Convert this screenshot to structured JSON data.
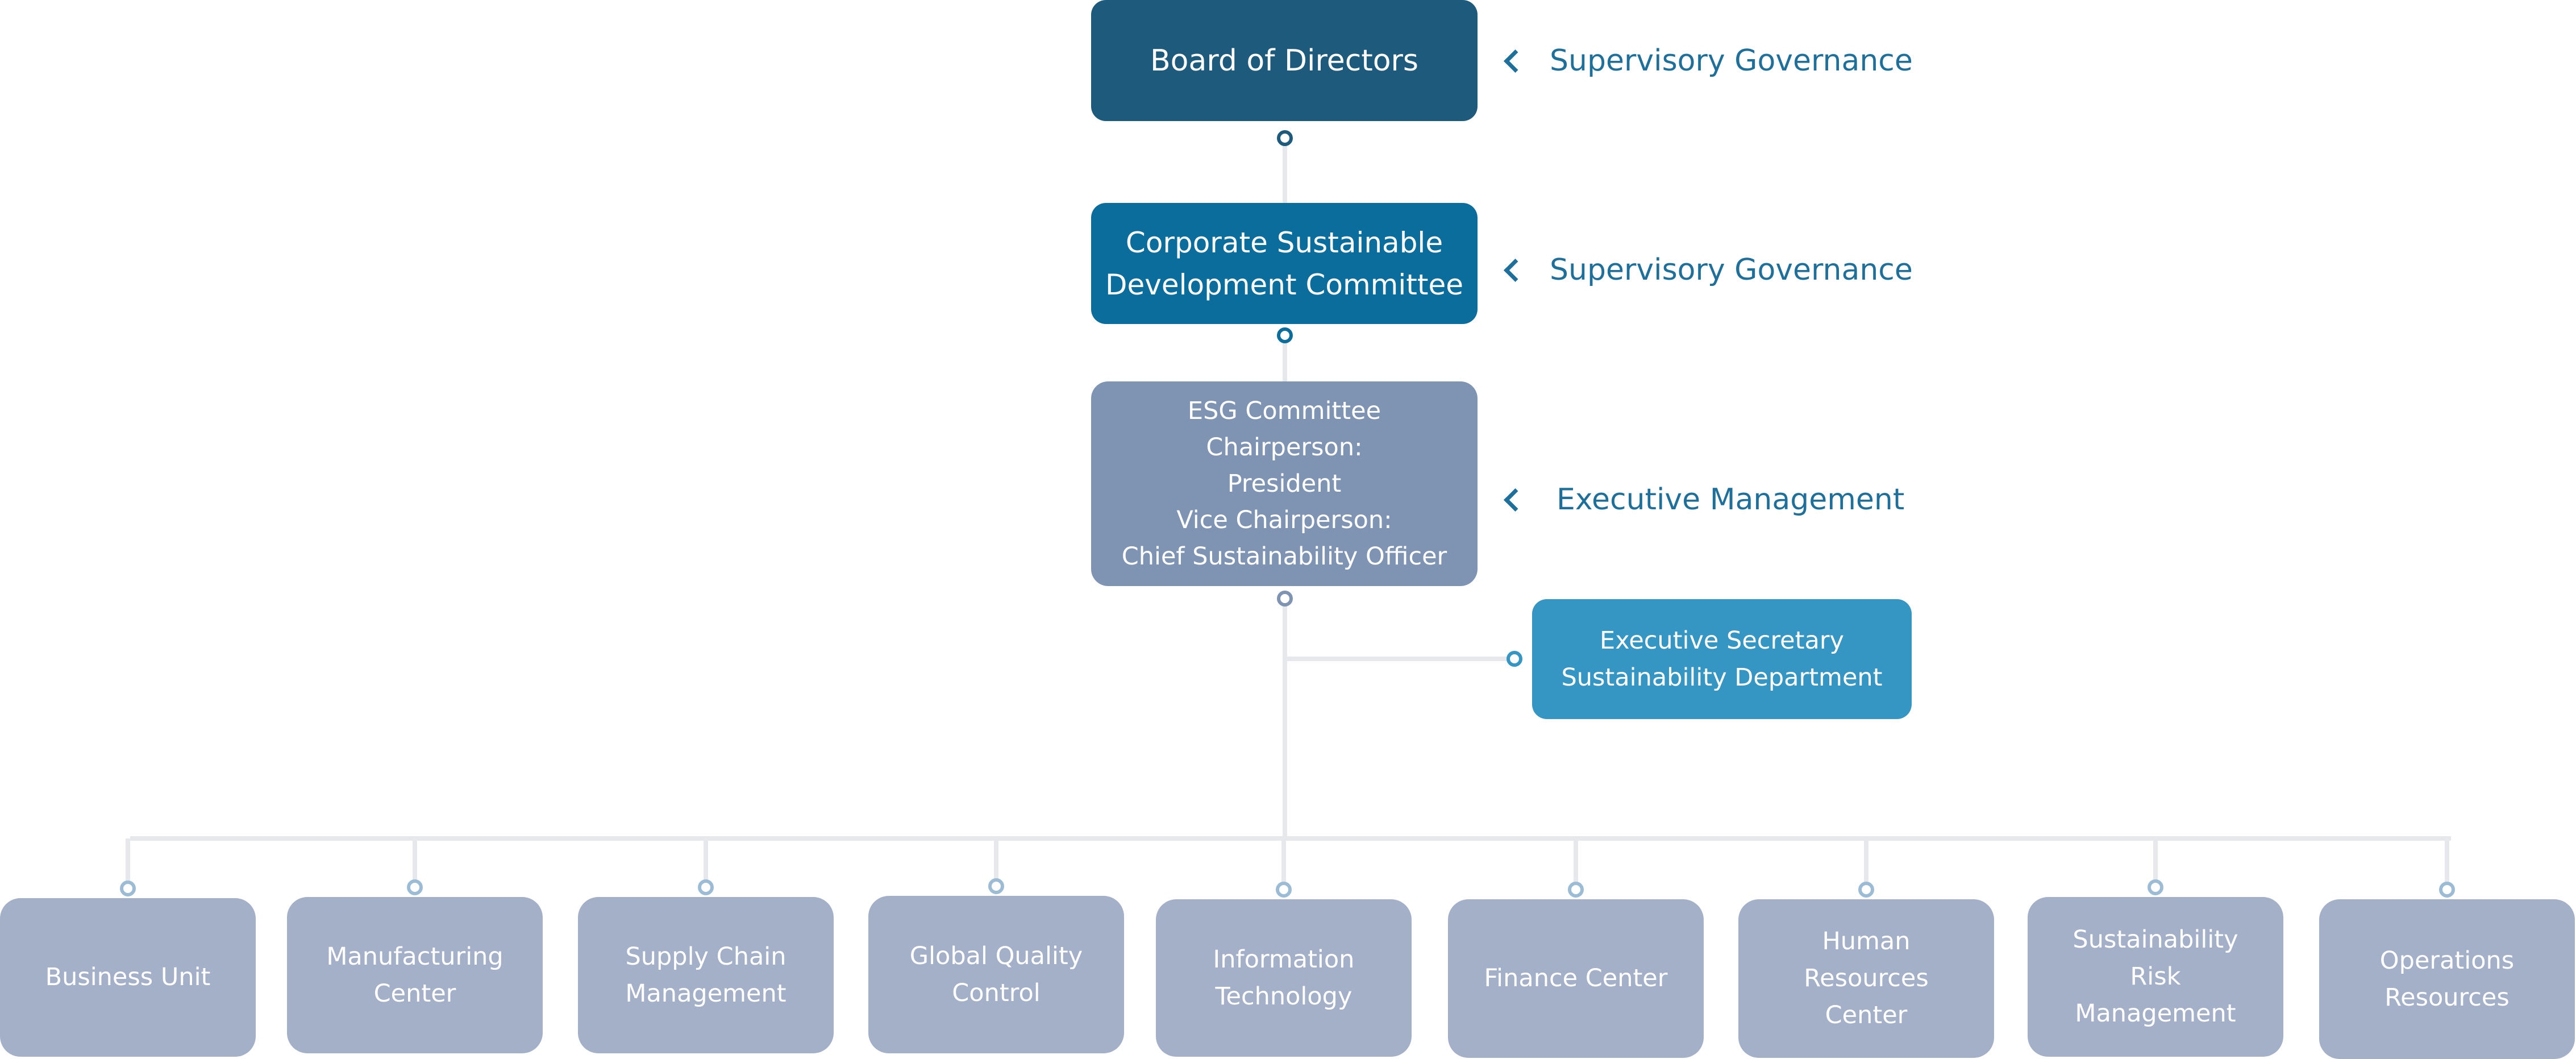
{
  "diagram": {
    "board": "Board of Directors",
    "csdc": "Corporate Sustainable\nDevelopment Committee",
    "esg": "ESG Committee\nChairperson:\nPresident\nVice Chairperson:\nChief Sustainability Officer",
    "secretary": "Executive Secretary\nSustainability Department",
    "labels": {
      "board_level": "Supervisory Governance",
      "csdc_level": "Supervisory Governance",
      "esg_level": "Executive Management"
    },
    "units": [
      "Business Unit",
      "Manufacturing\nCenter",
      "Supply Chain\nManagement",
      "Global Quality\nControl",
      "Information\nTechnology",
      "Finance Center",
      "Human\nResources\nCenter",
      "Sustainability\nRisk\nManagement",
      "Operations\nResources"
    ],
    "colors": {
      "board": "#1d5a7b",
      "csdc": "#0a6d9c",
      "esg": "#7f94b3",
      "secretary": "#3595c3",
      "units": "#a3b0c8",
      "labels": "#1f6f9b",
      "connectors": "#e6e8eb"
    }
  }
}
